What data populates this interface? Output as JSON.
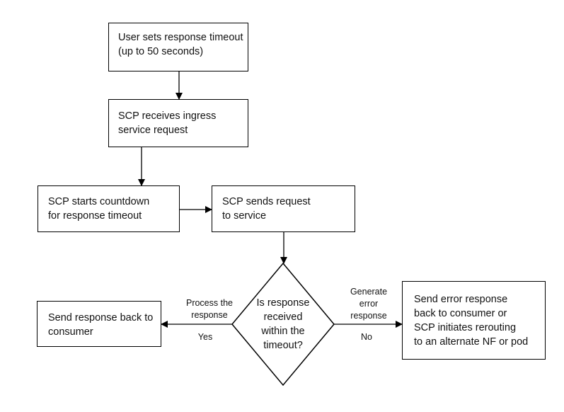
{
  "nodes": {
    "set_timeout": "User sets response timeout\n(up to 50 seconds)",
    "receive_request": "SCP receives ingress\nservice request",
    "start_countdown": "SCP starts countdown\nfor response timeout",
    "send_request": "SCP sends request\nto service",
    "decision": "Is response\nreceived\nwithin the\ntimeout?",
    "send_response": "Send response back to\nconsumer",
    "error_response": "Send error response\nback to consumer or\nSCP initiates rerouting\nto an alternate NF or pod"
  },
  "edge_labels": {
    "left_top": "Process the\nresponse",
    "left_bottom": "Yes",
    "right_top": "Generate\nerror\nresponse",
    "right_bottom": "No"
  }
}
